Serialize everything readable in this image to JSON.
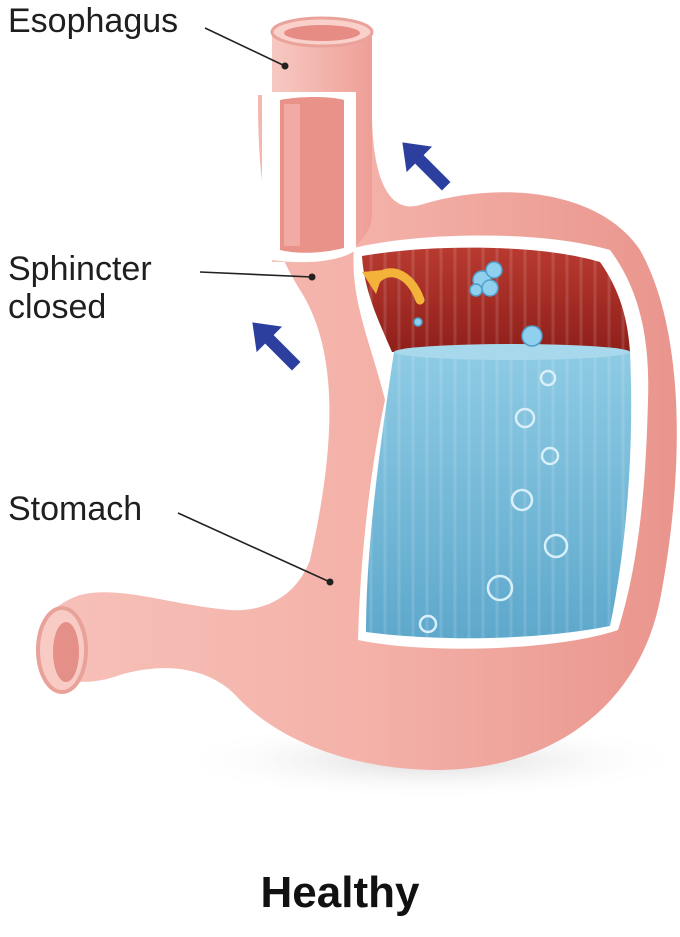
{
  "labels": {
    "esophagus": "Esophagus",
    "sphincter": "Sphincter",
    "sphincter_state": "closed",
    "stomach": "Stomach"
  },
  "caption": "Healthy",
  "colors": {
    "tissue": "#f4b6ae",
    "tissue_dark": "#e98f88",
    "tissue_light": "#fbd5cf",
    "lining": "#9e2a22",
    "fluid": "#6fb8d8",
    "fluid_light": "#a8d8ec",
    "arrow": "#2d3f9e",
    "reflux_arrow": "#f3b23a",
    "text": "#1f1f1f"
  },
  "icons": {
    "compression_arrow": "arrow-icon",
    "reflux_arrow": "curved-arrow-icon",
    "bubble": "bubble-icon"
  }
}
